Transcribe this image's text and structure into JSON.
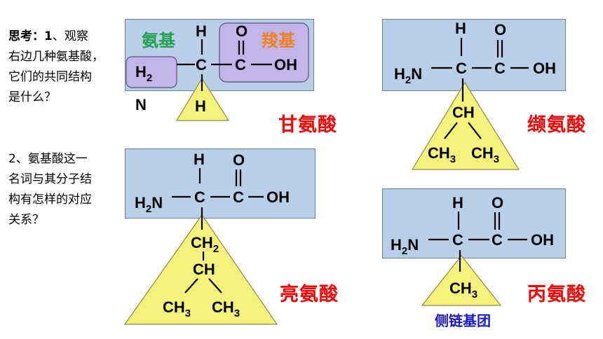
{
  "question": {
    "q1_prefix": "思考：1",
    "q1_line1": "、观察",
    "q1_line2": "右边几种氨基酸，",
    "q1_line3": "它们的共同结构",
    "q1_line4": "是什么？",
    "q2_line1": "2、氨基酸这一",
    "q2_line2": "名词与其分子结",
    "q2_line3": "构有怎样的对应",
    "q2_line4": "关系？"
  },
  "general": {
    "amino_label": "氨基",
    "carboxyl_label": "羧基",
    "amino_group": "H",
    "amino_sub": "2",
    "amino_n": "N",
    "h_top": "H",
    "h_bottom": "H",
    "c": "C",
    "o": "O",
    "oh": "OH"
  },
  "molecules": [
    {
      "name": "甘氨酸"
    },
    {
      "name": "亮氨酸"
    },
    {
      "name": "缬氨酸"
    },
    {
      "name": "丙氨酸"
    }
  ],
  "atoms": {
    "h": "H",
    "n": "N",
    "two": "2",
    "c": "C",
    "o": "O",
    "oh": "OH",
    "ch": "CH",
    "three": "3",
    "ch2": "CH"
  },
  "caption": "侧链基团",
  "colors": {
    "box": "#b9cfe8",
    "triangle": "#f4f27a",
    "name": "#ff0000",
    "amino_label": "#20a050",
    "carboxyl_label": "#f08020",
    "caption": "#1a1ad6"
  }
}
